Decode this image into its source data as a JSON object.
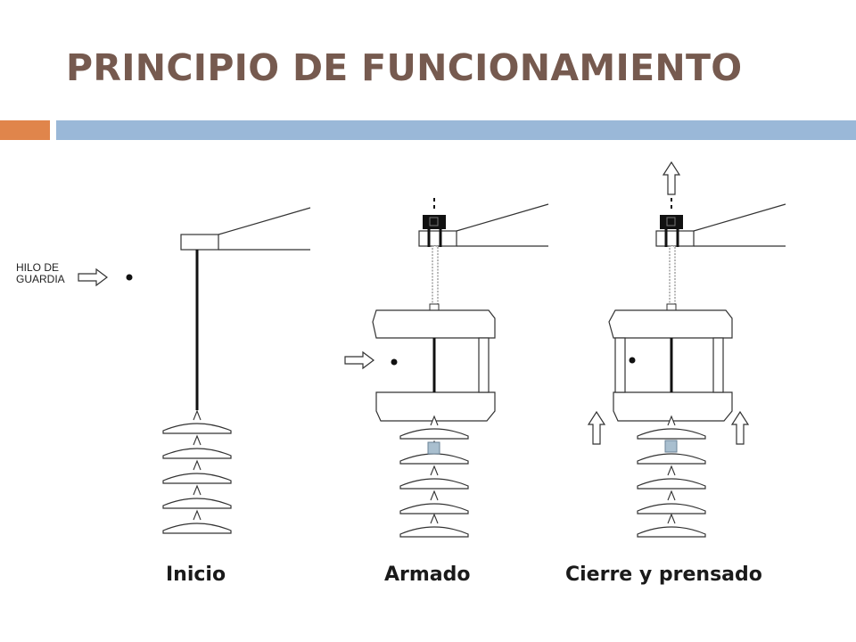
{
  "slide": {
    "title": "PRINCIPIO DE FUNCIONAMIENTO",
    "accent_colors": {
      "title": "#765a4f",
      "orange_bar": "#e0854b",
      "blue_bar": "#9ab8d8"
    }
  },
  "diagram": {
    "guard_wire_label_line1": "HILO DE",
    "guard_wire_label_line2": "GUARDIA",
    "stages": [
      {
        "caption": "Inicio"
      },
      {
        "caption": "Armado"
      },
      {
        "caption": "Cierre y prensado"
      }
    ]
  }
}
